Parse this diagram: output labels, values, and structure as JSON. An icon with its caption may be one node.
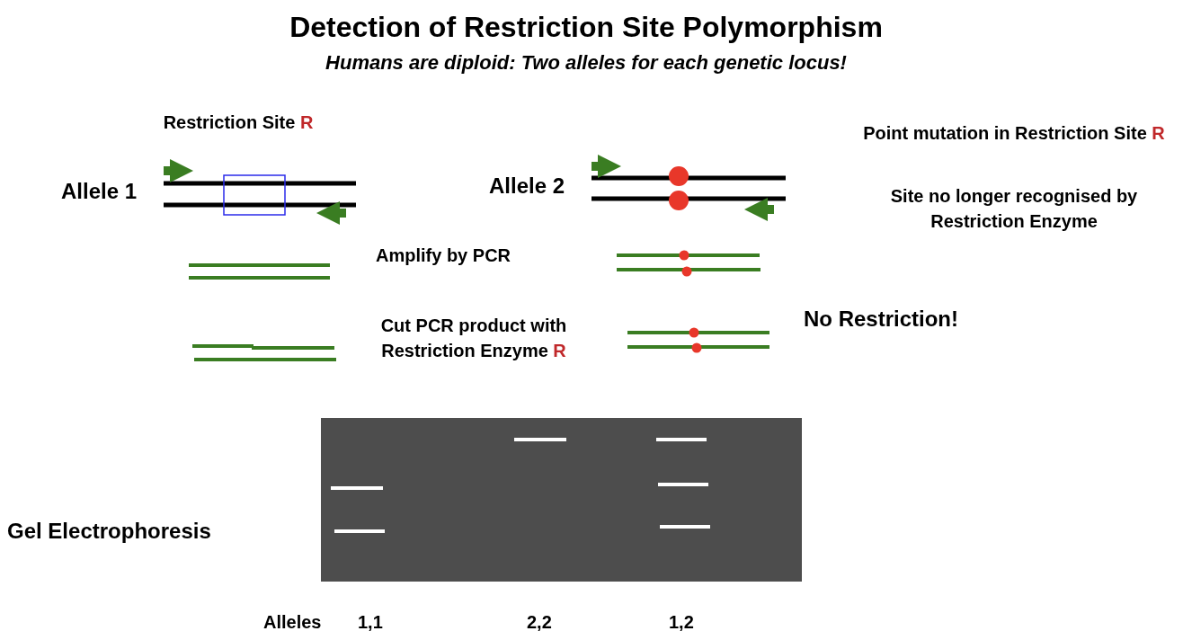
{
  "diagram": {
    "title": "Detection of Restriction Site Polymorphism",
    "labels": [
      "Humans are diploid: Two alleles for each genetic locus!",
      "Restriction Site R",
      "Point mutation in Restriction Site R",
      "Allele 1",
      "Allele 2",
      "Site no longer recognised by Restriction Enzyme",
      "Amplify by PCR",
      "Cut PCR product with Restriction Enzyme R",
      "No Restriction!",
      "Gel Electrophoresis",
      "Alleles",
      "1,1",
      "2,2",
      "1,2"
    ]
  }
}
